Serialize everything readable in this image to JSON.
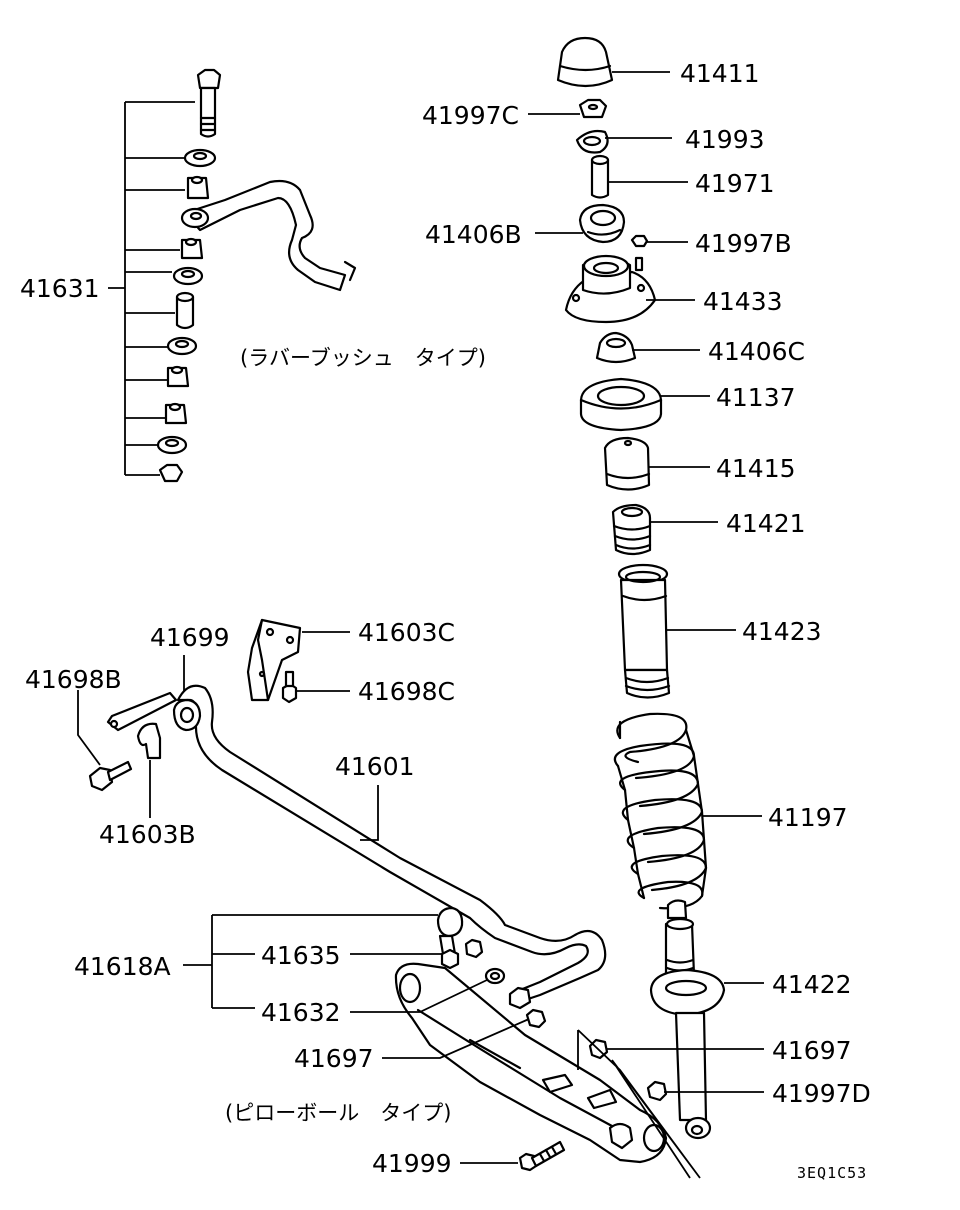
{
  "labels": {
    "p41411": "41411",
    "p41997C": "41997C",
    "p41993": "41993",
    "p41971": "41971",
    "p41406B": "41406B",
    "p41997B": "41997B",
    "p41433": "41433",
    "p41406C": "41406C",
    "p41137": "41137",
    "p41415": "41415",
    "p41421": "41421",
    "p41423": "41423",
    "p41197": "41197",
    "p41422": "41422",
    "p41697_right": "41697",
    "p41997D": "41997D",
    "p41631": "41631",
    "p41699": "41699",
    "p41603C": "41603C",
    "p41698B": "41698B",
    "p41698C": "41698C",
    "p41601": "41601",
    "p41603B": "41603B",
    "p41618A": "41618A",
    "p41635": "41635",
    "p41632": "41632",
    "p41697_left": "41697",
    "p41999": "41999"
  },
  "notes": {
    "rubber_bush_type": "(ラバーブッシュ　タイプ)",
    "pillow_ball_type": "(ピローボール　タイプ)"
  },
  "drawing_code": "3EQ1C53"
}
